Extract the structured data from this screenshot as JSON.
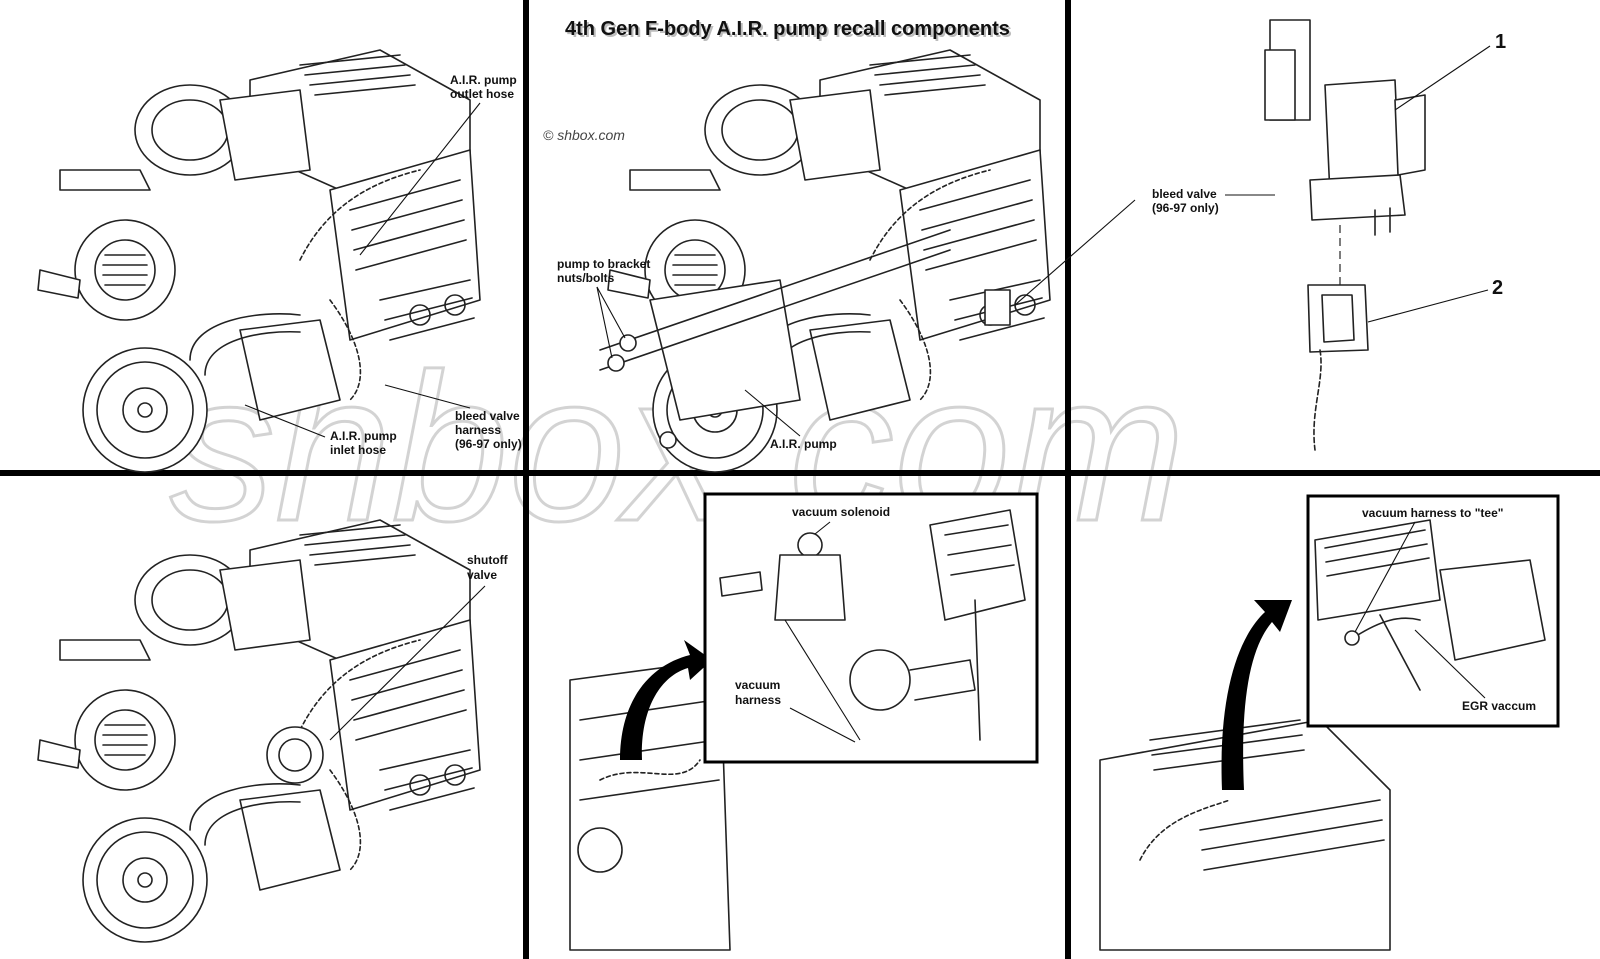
{
  "title": "4th Gen F-body A.I.R. pump recall components",
  "copyright": "© shbox.com",
  "watermark": "shbox.com",
  "colors": {
    "background": "#ffffff",
    "lines": "#111111",
    "watermark": "#bdbdbd"
  },
  "panels": {
    "p1": {
      "outlet_l1": "A.I.R. pump",
      "outlet_l2": "outlet hose",
      "bleed_l1": "bleed valve",
      "bleed_l2": "harness",
      "bleed_l3": "(96-97 only)",
      "inlet_l1": "A.I.R. pump",
      "inlet_l2": "inlet hose"
    },
    "p2": {
      "nuts_l1": "pump to bracket",
      "nuts_l2": "nuts/bolts",
      "pump": "A.I.R. pump"
    },
    "p3": {
      "bleed_l1": "bleed valve",
      "bleed_l2": "(96-97 only)",
      "callout1": "1",
      "callout2": "2"
    },
    "p4": {
      "shutoff_l1": "shutoff",
      "shutoff_l2": "valve"
    },
    "p5": {
      "solenoid": "vacuum solenoid",
      "harness_l1": "vacuum",
      "harness_l2": "harness"
    },
    "p6": {
      "tee": "vacuum harness to \"tee\"",
      "egr": "EGR vaccum"
    }
  }
}
